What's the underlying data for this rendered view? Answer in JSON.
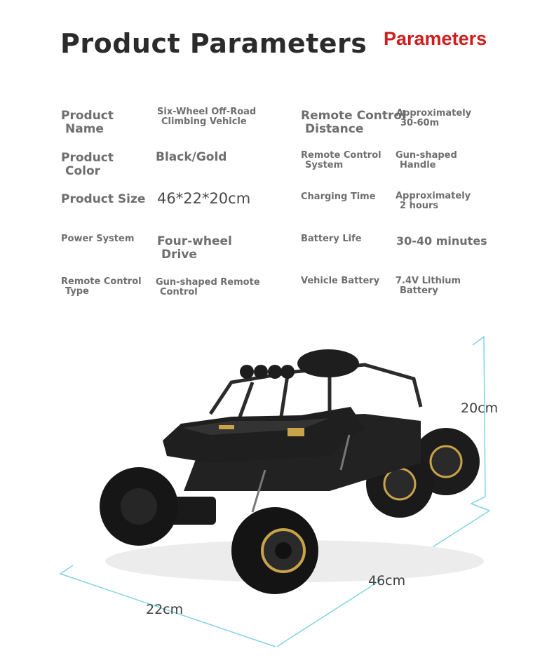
{
  "header": {
    "title": "Product Parameters",
    "tag": "Parameters"
  },
  "params": {
    "name_label": [
      "Product",
      "Name"
    ],
    "name_value": [
      "Six-Wheel Off-Road",
      "Climbing Vehicle"
    ],
    "color_label": [
      "Product",
      "Color"
    ],
    "color_value": "Black/Gold",
    "size_label": "Product Size",
    "size_value": "46*22*20cm",
    "power_label": "Power System",
    "power_value": [
      "Four-wheel",
      "Drive"
    ],
    "rctype_label": [
      "Remote Control",
      "Type"
    ],
    "rctype_value": [
      "Gun-shaped Remote",
      "Control"
    ],
    "distance_label": [
      "Remote Control",
      "Distance"
    ],
    "distance_value": [
      "Approximately",
      "30-60m"
    ],
    "rcsystem_label": [
      "Remote Control",
      "System"
    ],
    "rcsystem_value": [
      "Gun-shaped",
      "Handle"
    ],
    "charging_label": "Charging Time",
    "charging_value": [
      "Approximately",
      "2 hours"
    ],
    "batterylife_label": "Battery Life",
    "batterylife_value": "30-40 minutes",
    "vbattery_label": "Vehicle Battery",
    "vbattery_value": [
      "7.4V Lithium",
      "Battery"
    ]
  },
  "dimensions": {
    "height": "20cm",
    "length": "46cm",
    "width": "22cm"
  },
  "colors": {
    "dimension_line": "#7fd3e6",
    "tag": "#d01c1c",
    "body": "#1f1f1f",
    "accent": "#c9a34a"
  }
}
